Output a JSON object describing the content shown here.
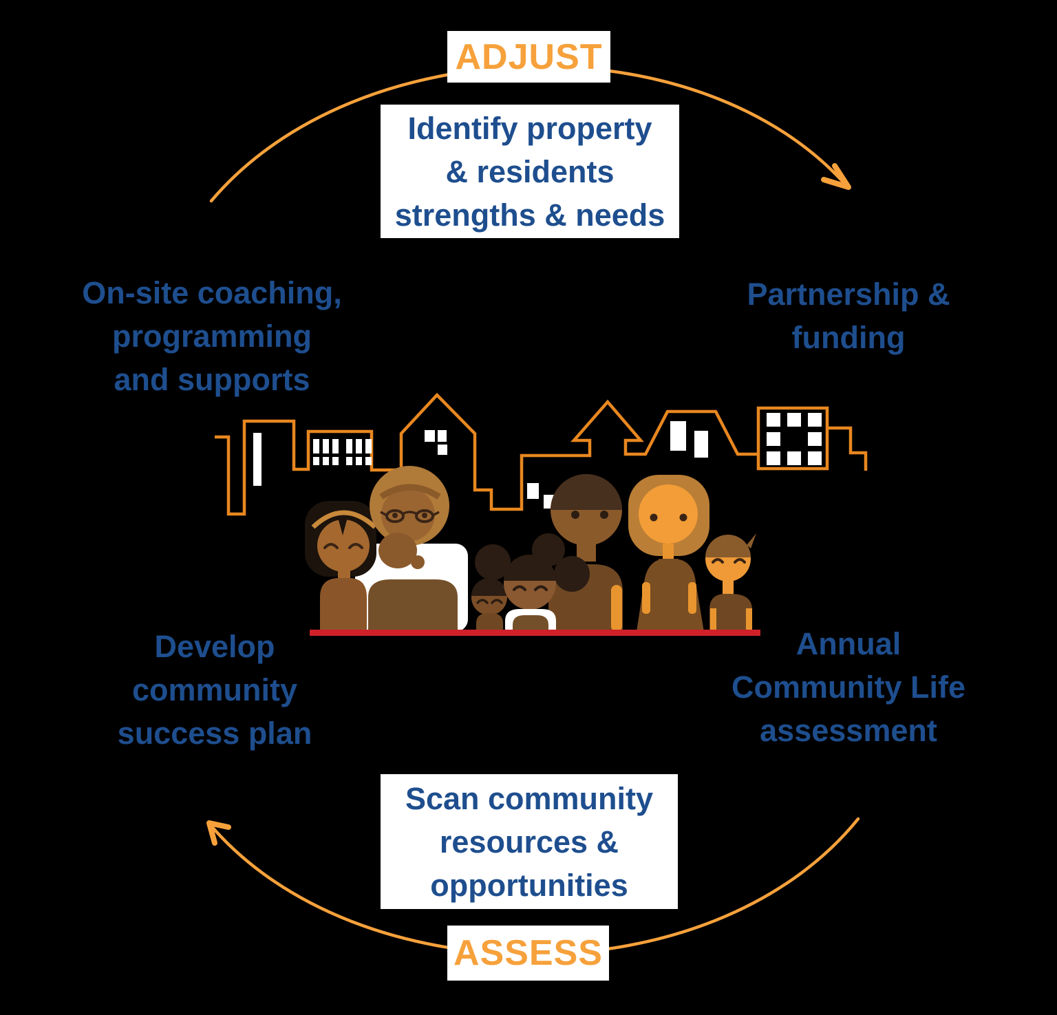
{
  "colors": {
    "accent_orange": "#F6A13B",
    "text_blue": "#1E4E8E",
    "skyline_orange": "#E8871F",
    "ground_red": "#D0202A",
    "box_white": "#FFFFFF",
    "background": "#000000"
  },
  "cycle": {
    "adjust_label": "ADJUST",
    "assess_label": "ASSESS"
  },
  "steps": {
    "identify": [
      "Identify property",
      "& residents",
      "strengths & needs"
    ],
    "partnership": [
      "Partnership &",
      "funding"
    ],
    "annual": [
      "Annual",
      "Community Life",
      "assessment"
    ],
    "scan": [
      "Scan community",
      "resources &",
      "opportunities"
    ],
    "develop": [
      "Develop",
      "community",
      "success plan"
    ],
    "onsite": [
      "On-site coaching,",
      "programming",
      "and supports"
    ]
  },
  "icons": {
    "top_arrow": "clockwise-curved-arrow",
    "bottom_arrow": "clockwise-curved-arrow",
    "center_illustration": "family-with-city-skyline"
  }
}
